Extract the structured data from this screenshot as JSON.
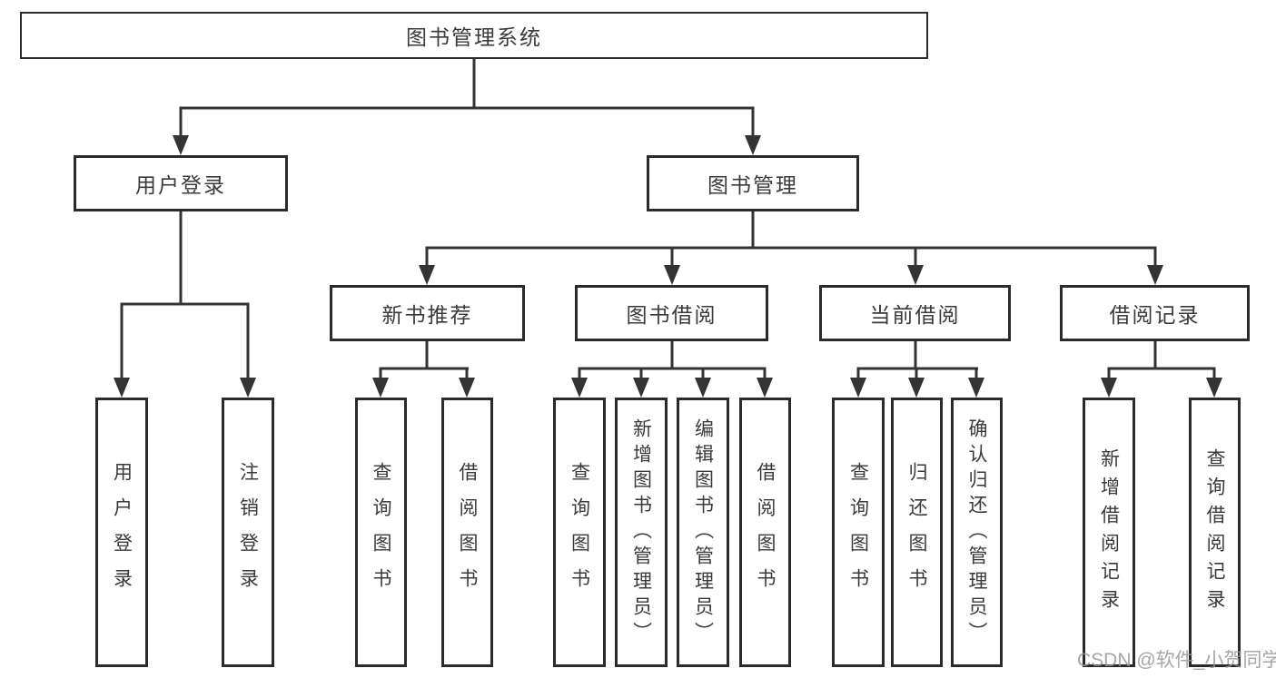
{
  "tree": {
    "root": {
      "label": "图书管理系统"
    },
    "l1": [
      {
        "label": "用户登录",
        "children": [
          {
            "label": "用户登录"
          },
          {
            "label": "注销登录"
          }
        ]
      },
      {
        "label": "图书管理",
        "children": [
          {
            "label": "新书推荐",
            "children": [
              {
                "label": "查询图书"
              },
              {
                "label": "借阅图书"
              }
            ]
          },
          {
            "label": "图书借阅",
            "children": [
              {
                "label": "查询图书"
              },
              {
                "label": "新增图书（管理员）"
              },
              {
                "label": "编辑图书（管理员）"
              },
              {
                "label": "借阅图书"
              }
            ]
          },
          {
            "label": "当前借阅",
            "children": [
              {
                "label": "查询图书"
              },
              {
                "label": "归还图书"
              },
              {
                "label": "确认归还（管理员）"
              }
            ]
          },
          {
            "label": "借阅记录",
            "children": [
              {
                "label": "新增借阅记录"
              },
              {
                "label": "查询借阅记录"
              }
            ]
          }
        ]
      }
    ]
  },
  "watermark": {
    "text": "CSDN @软件_小贺同学"
  },
  "colors": {
    "line": "#333333",
    "box_border": "#2b2b2b",
    "text": "#3a3a3a",
    "watermark": "#969696",
    "background": "#ffffff"
  }
}
